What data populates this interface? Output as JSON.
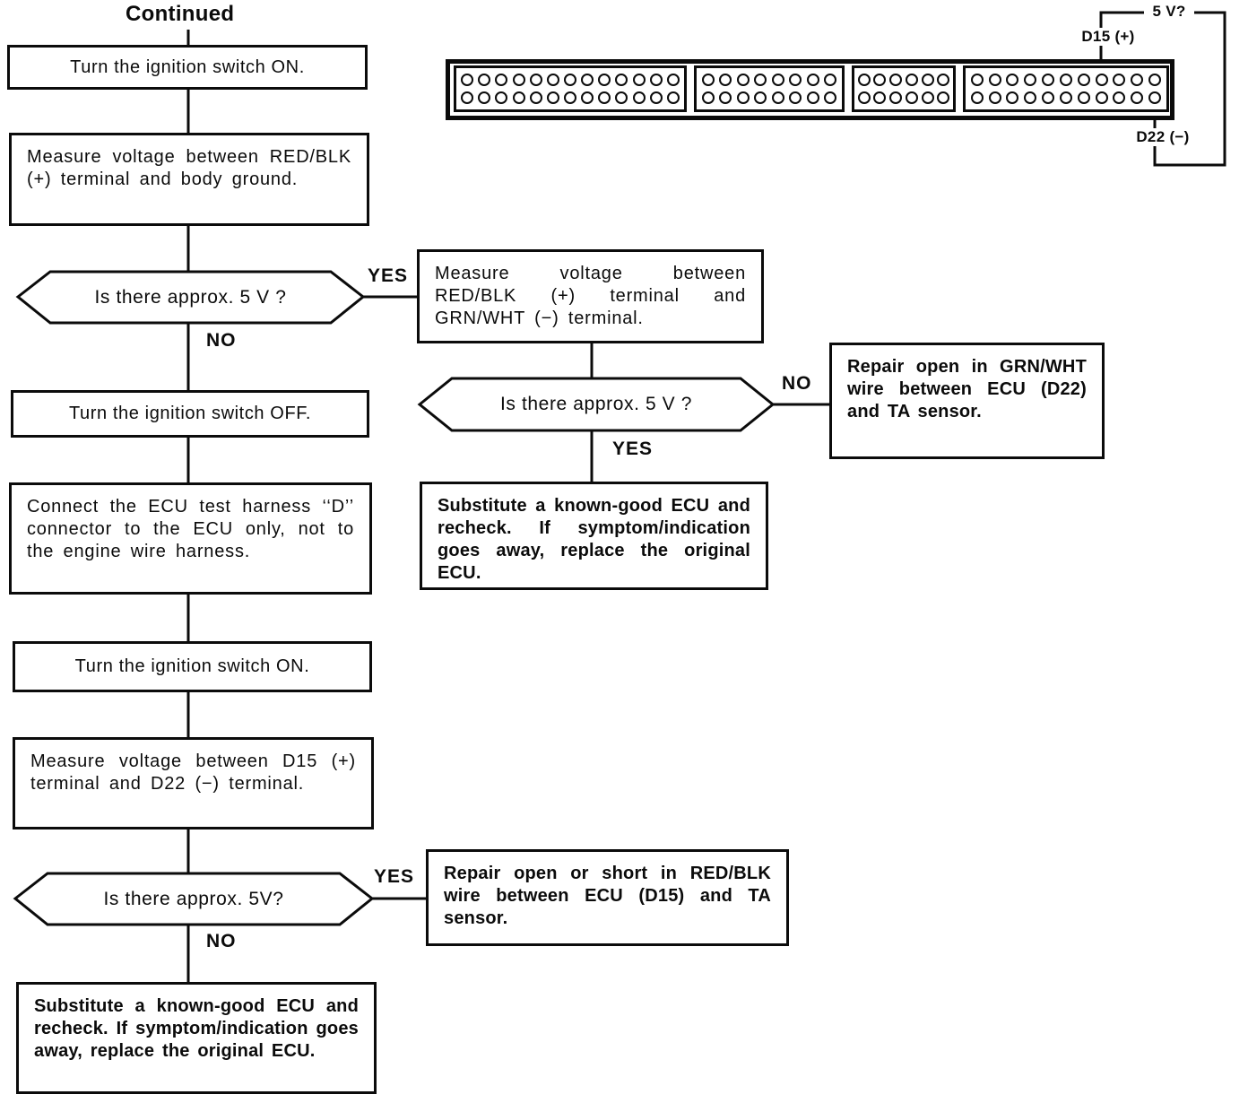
{
  "title": "Continued",
  "labels": {
    "yes": "YES",
    "no": "NO"
  },
  "colors": {
    "ink": "#0b0b0b",
    "paper": "#ffffff"
  },
  "connector": {
    "rows": 2,
    "sections": [
      {
        "pins_per_row": 13
      },
      {
        "pins_per_row": 8
      },
      {
        "pins_per_row": 6
      },
      {
        "pins_per_row": 11
      }
    ],
    "pin_labels": {
      "voltage": "5 V?",
      "d15": "D15 (+)",
      "d22": "D22 (−)"
    }
  },
  "flow": {
    "left": {
      "step1": "Turn the ignition switch ON.",
      "step2": "Measure voltage between RED/BLK (+) terminal and body ground.",
      "decision1": "Is there approx. 5 V ?",
      "step3": "Turn the ignition switch OFF.",
      "step4": "Connect the ECU test harness ‘‘D’’ connector to the ECU only, not to the engine wire harness.",
      "step5": "Turn the ignition switch ON.",
      "step6": "Measure voltage between D15 (+) terminal and D22 (−) terminal.",
      "decision2": "Is there approx. 5V?",
      "result_yes": "Repair open or short in RED/BLK wire between ECU (D15) and TA sensor.",
      "result_no": "Substitute a known-good ECU and recheck. If symptom/indication goes away, replace the original ECU."
    },
    "right": {
      "step1": "Measure voltage between RED/BLK (+) terminal and GRN/WHT (−) terminal.",
      "decision1": "Is there approx. 5 V ?",
      "result_no": "Repair open in GRN/WHT wire between ECU (D22) and TA sensor.",
      "result_yes": "Substitute a known-good ECU and recheck. If symptom/indication goes away, replace the original ECU."
    }
  }
}
